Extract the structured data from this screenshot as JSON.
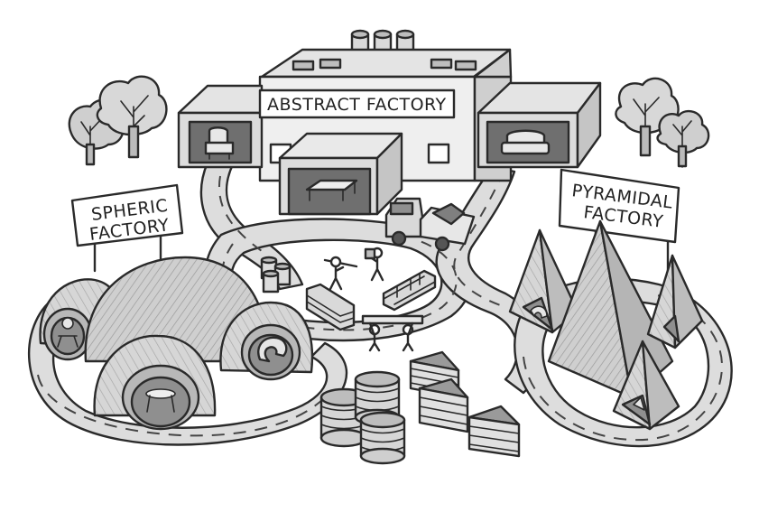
{
  "signs": {
    "abstract": "ABSTRACT FACTORY",
    "spheric_line1": "SPHERIC",
    "spheric_line2": "FACTORY",
    "pyramidal_line1": "PYRAMIDAL",
    "pyramidal_line2": "FACTORY"
  },
  "colors": {
    "outline": "#2a2a2a",
    "light_gray": "#e6e6e6",
    "mid_gray": "#c9c9c9",
    "dark_gray": "#8f8f8f",
    "road": "#dcdcdc",
    "white": "#ffffff"
  }
}
